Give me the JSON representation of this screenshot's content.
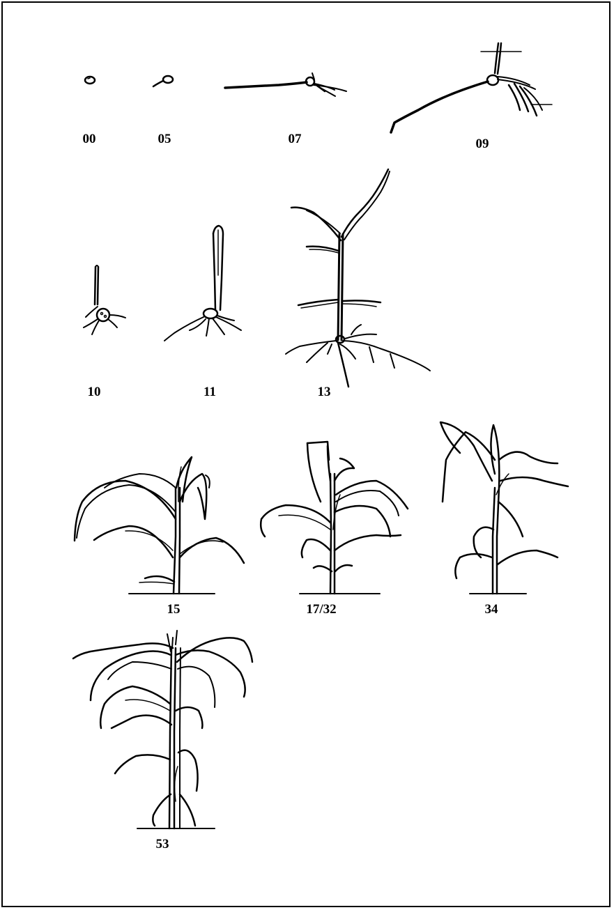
{
  "stages": [
    {
      "id": "seed",
      "label": "00"
    },
    {
      "id": "radicle",
      "label": "05"
    },
    {
      "id": "root-elongation",
      "label": "07"
    },
    {
      "id": "coleoptile",
      "label": "09"
    },
    {
      "id": "first-leaf",
      "label": "10"
    },
    {
      "id": "first-leaf-unfolded",
      "label": "11"
    },
    {
      "id": "three-leaves",
      "label": "13"
    },
    {
      "id": "five-leaves",
      "label": "15"
    },
    {
      "id": "seven-leaves-stem",
      "label": "17/32"
    },
    {
      "id": "stem-elongation",
      "label": "34"
    },
    {
      "id": "heading",
      "label": "53"
    }
  ],
  "colors": {
    "ink": "#000000",
    "paper": "#ffffff"
  }
}
